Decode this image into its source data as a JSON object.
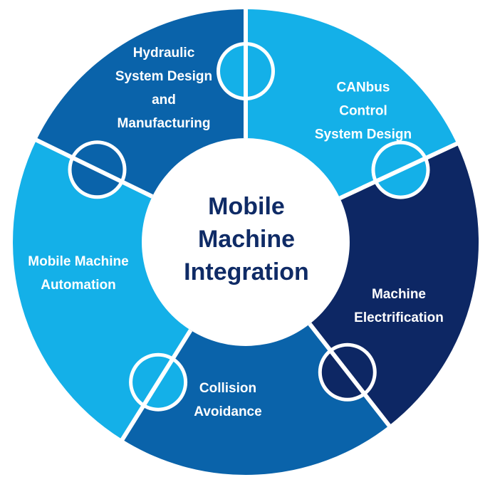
{
  "center": {
    "line1": "Mobile",
    "line2": "Machine",
    "line3": "Integration"
  },
  "pieces": {
    "hydraulic": {
      "line1": "Hydraulic",
      "line2": "System Design",
      "line3": "and",
      "line4": "Manufacturing",
      "color": "#0a63aa"
    },
    "canbus": {
      "line1": "CANbus",
      "line2": "Control",
      "line3": "System Design",
      "color": "#14b0e8"
    },
    "electrification": {
      "line1": "Machine",
      "line2": "Electrification",
      "color": "#0d2764"
    },
    "collision": {
      "line1": "Collision",
      "line2": "Avoidance",
      "color": "#0a63aa"
    },
    "automation": {
      "line1": "Mobile Machine",
      "line2": "Automation",
      "color": "#14b0e8"
    }
  },
  "colors": {
    "center_fill": "#ffffff",
    "center_text": "#0f2b66",
    "separator": "#ffffff"
  }
}
